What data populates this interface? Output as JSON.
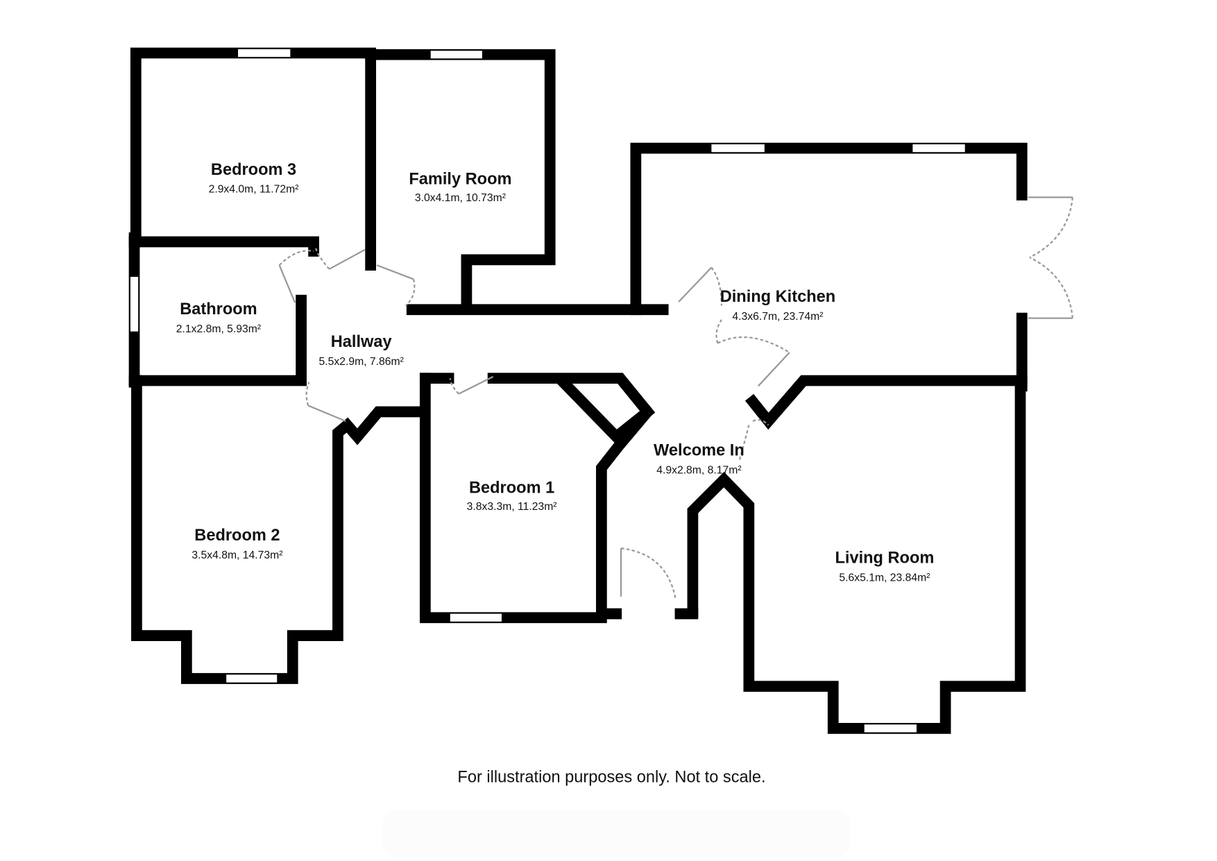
{
  "rooms": [
    {
      "name": "Bedroom 3",
      "dims": "2.9x4.0m, 11.72m²"
    },
    {
      "name": "Family Room",
      "dims": "3.0x4.1m, 10.73m²"
    },
    {
      "name": "Bathroom",
      "dims": "2.1x2.8m, 5.93m²"
    },
    {
      "name": "Hallway",
      "dims": "5.5x2.9m, 7.86m²"
    },
    {
      "name": "Dining Kitchen",
      "dims": "4.3x6.7m, 23.74m²"
    },
    {
      "name": "Welcome In",
      "dims": "4.9x2.8m, 8.17m²"
    },
    {
      "name": "Bedroom 1",
      "dims": "3.8x3.3m, 11.23m²"
    },
    {
      "name": "Bedroom 2",
      "dims": "3.5x4.8m, 14.73m²"
    },
    {
      "name": "Living Room",
      "dims": "5.6x5.1m, 23.84m²"
    }
  ],
  "footer": "For illustration purposes only. Not to scale."
}
